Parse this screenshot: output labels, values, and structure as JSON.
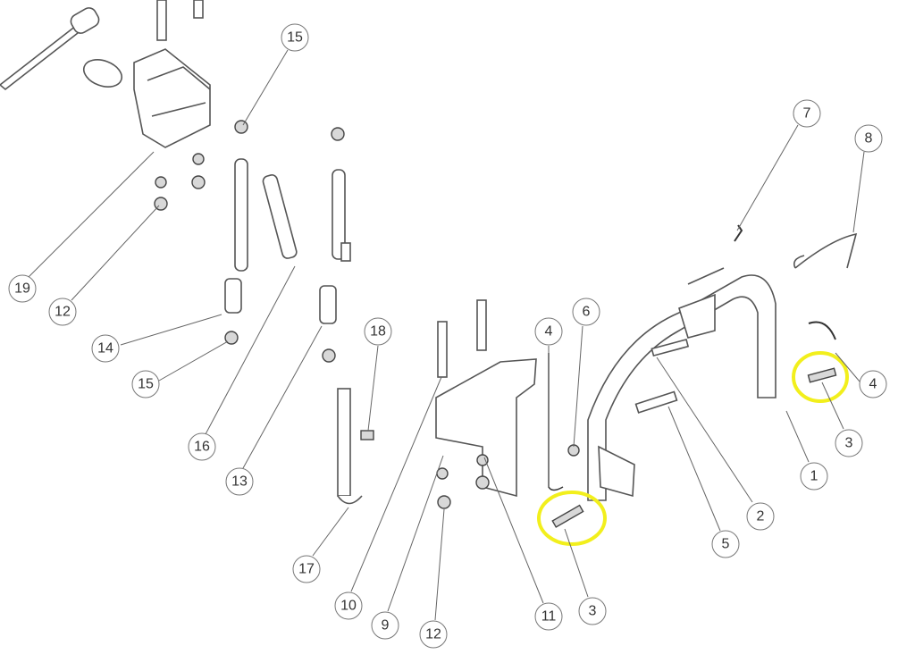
{
  "diagram": {
    "highlight_color": "#f2ef1c",
    "callouts": [
      "15",
      "7",
      "8",
      "19",
      "12",
      "14",
      "15",
      "16",
      "13",
      "18",
      "4",
      "6",
      "4",
      "3",
      "1",
      "2",
      "5",
      "17",
      "10",
      "9",
      "12",
      "11",
      "3"
    ]
  }
}
